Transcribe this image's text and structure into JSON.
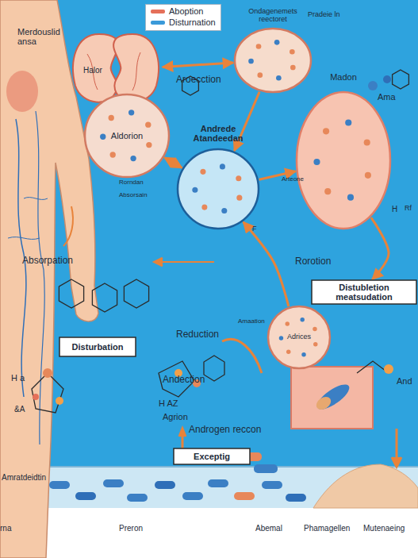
{
  "diagram": {
    "nodes": [
      {
        "text": [
          "Halor"
        ]
      },
      {
        "text": [
          "Aldorion"
        ]
      },
      {
        "text": [
          "Andrede Atandeedan"
        ]
      },
      {
        "text": [
          "Ondagenemets reectoret"
        ]
      },
      {
        "text": [
          "Madon"
        ]
      },
      {
        "text": [
          "Distubletion meatsudation"
        ]
      },
      {
        "text": [
          "Adrices"
        ]
      },
      {
        "text": [
          "Disturbation"
        ]
      },
      {
        "text": [
          "Exceptig"
        ]
      }
    ],
    "edges": [
      {
        "from": 0,
        "to": 3,
        "label": "Aroecction",
        "arrow": "both"
      },
      {
        "from": 3,
        "to": 2,
        "arrow": "to"
      },
      {
        "from": 1,
        "to": 2,
        "arrow": "both"
      },
      {
        "from": 2,
        "to": 4,
        "arrow": "to"
      },
      {
        "from": 6,
        "to": 2,
        "label": "Rorotion",
        "arrow": "to"
      },
      {
        "from": 4,
        "to": 5,
        "arrow": "to"
      }
    ],
    "labels": [
      "Merdouslid ansa",
      "Pradeie ln",
      "Ama",
      "H",
      "Rf",
      "Rorndan",
      "Absorsain",
      "Arteone",
      "F",
      "Absorpation",
      "Amaation",
      "Reduction",
      "H a",
      "Andection",
      "H AZ",
      "Agrion",
      "&A",
      "Androgen reccon",
      "Amratdeidtin",
      "rna",
      "Preron",
      "Abemal",
      "Phamagellen",
      "Mutenaeing",
      "And"
    ],
    "legend": [
      {
        "text": "Aboption",
        "color": "#e5705a"
      },
      {
        "text": "Disturnation",
        "color": "#3a9ad9"
      }
    ]
  }
}
